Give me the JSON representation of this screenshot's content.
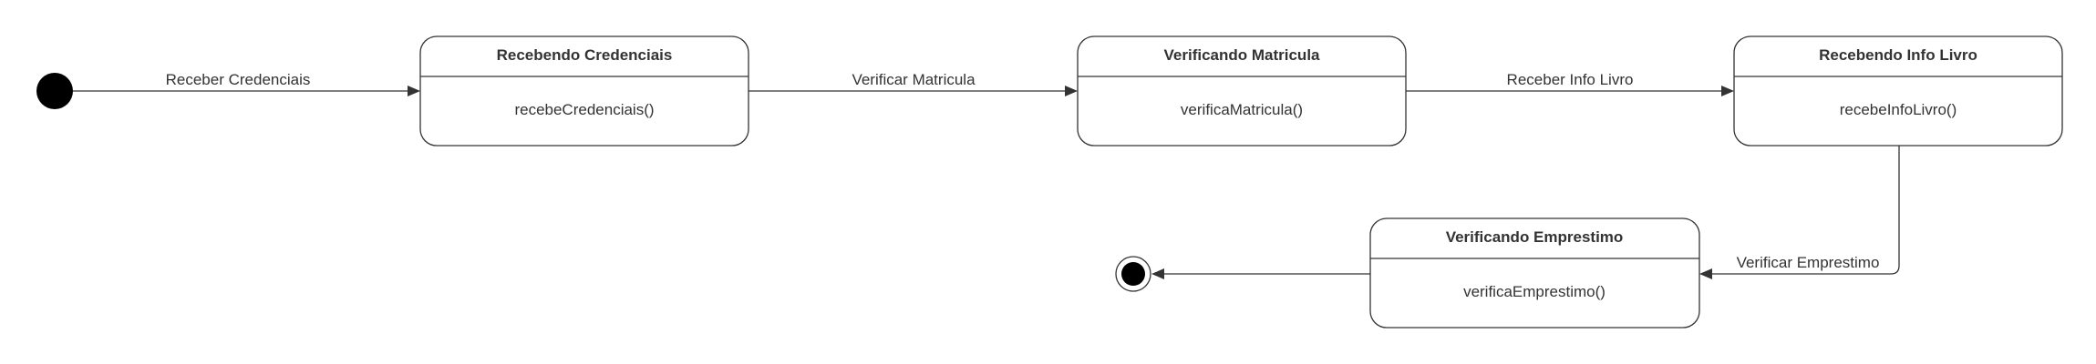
{
  "colors": {
    "stroke": "#333333",
    "fill": "#ffffff",
    "text": "#333333"
  },
  "states": {
    "recebendo_credenciais": {
      "title": "Recebendo Credenciais",
      "action": "recebeCredenciais()"
    },
    "verificando_matricula": {
      "title": "Verificando Matricula",
      "action": "verificaMatricula()"
    },
    "recebendo_info_livro": {
      "title": "Recebendo Info Livro",
      "action": "recebeInfoLivro()"
    },
    "verificando_emprestimo": {
      "title": "Verificando Emprestimo",
      "action": "verificaEmprestimo()"
    }
  },
  "transitions": {
    "receber_credenciais": "Receber Credenciais",
    "verificar_matricula": "Verificar Matricula",
    "receber_info_livro": "Receber Info Livro",
    "verificar_emprestimo": "Verificar Emprestimo"
  }
}
